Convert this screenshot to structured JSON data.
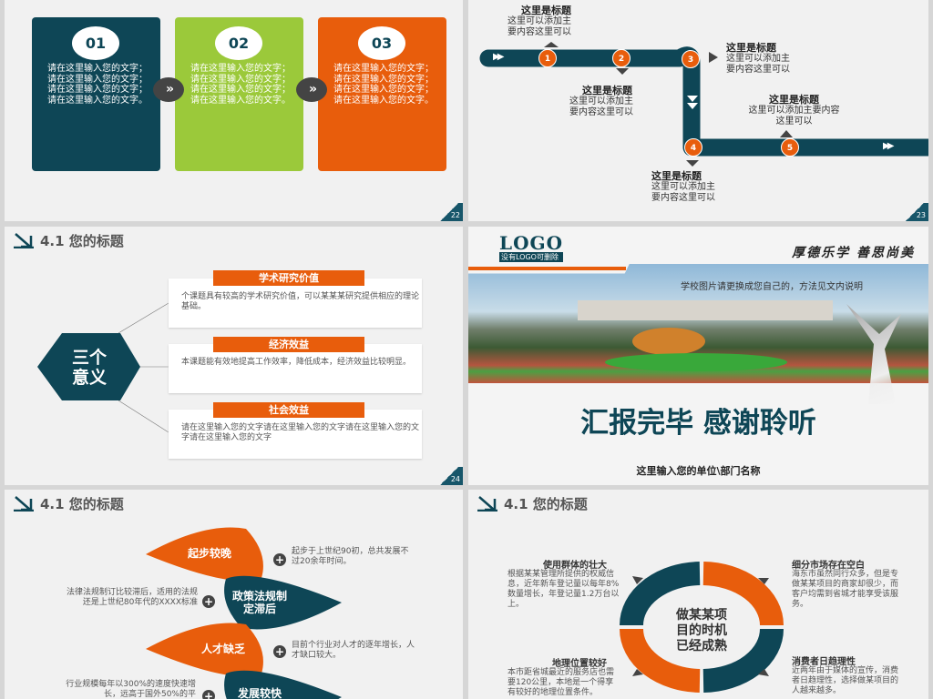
{
  "colors": {
    "teal": "#0e4656",
    "orange": "#e85d0c",
    "green": "#9bc93a",
    "background": "#f1f1f1"
  },
  "slide22": {
    "page": "22",
    "steps": [
      {
        "num": "01",
        "text": "请在这里输入您的文字；请在这里输入您的文字；请在这里输入您的文字；请在这里输入您的文字。"
      },
      {
        "num": "02",
        "text": "请在这里输入您的文字；请在这里输入您的文字；请在这里输入您的文字；请在这里输入您的文字。"
      },
      {
        "num": "03",
        "text": "请在这里输入您的文字；请在这里输入您的文字；请在这里输入您的文字；请在这里输入您的文字。"
      }
    ],
    "chevron": "»"
  },
  "slide23": {
    "page": "23",
    "arrow": "▶▶",
    "points": [
      {
        "num": "1",
        "title": "这里是标题",
        "body": "这里可以添加主要内容这里可以"
      },
      {
        "num": "2",
        "title": "这里是标题",
        "body": "这里可以添加主要内容这里可以"
      },
      {
        "num": "3",
        "title": "这里是标题",
        "body": "这里可以添加主要内容这里可以"
      },
      {
        "num": "4",
        "title": "这里是标题",
        "body": "这里可以添加主要内容这里可以"
      },
      {
        "num": "5",
        "title": "这里是标题",
        "body": "这里可以添加主要内容这里可以"
      }
    ]
  },
  "slide24": {
    "page": "24",
    "title": "4.1 您的标题",
    "center": "三个意义",
    "items": [
      {
        "tab": "学术研究价值",
        "text": "个课题具有较高的学术研究价值，可以某某某研究提供相应的理论基础。"
      },
      {
        "tab": "经济效益",
        "text": "本课题能有效地提高工作效率，降低成本，经济效益比较明显。"
      },
      {
        "tab": "社会效益",
        "text": "请在这里输入您的文字请在这里输入您的文字请在这里输入您的文字请在这里输入您的文字"
      }
    ]
  },
  "slide25": {
    "logo": "LOGO",
    "logo_sub": "没有LOGO可删除",
    "motto": "厚德乐学 善思尚美",
    "photo_caption": "学校图片请更换成您自己的，方法见文内说明",
    "main_title": "汇报完毕 感谢聆听",
    "subtitle": "这里输入您的单位\\部门名称"
  },
  "slide26": {
    "title": "4.1 您的标题",
    "items": [
      {
        "label": "起步较晚",
        "note": "起步于上世纪90初，总共发展不过20余年时间。"
      },
      {
        "label": "政策法规制定滞后",
        "note": "法律法规制订比较滞后，适用的法规还是上世纪80年代的XXXX标准"
      },
      {
        "label": "人才缺乏",
        "note": "目前个行业对人才的逐年增长，人才缺口较大。"
      },
      {
        "label": "发展较快",
        "note": "行业规模每年以300%的速度快速增长，远高于国外50%的平"
      }
    ]
  },
  "slide27": {
    "title": "4.1 您的标题",
    "center": "做某某项目的时机已经成熟",
    "quadrants": [
      {
        "title": "使用群体的壮大",
        "body": "根据某某管理所提供的权威信息，近年新车登记量以每年8%数量增长，年登记量1.2万台以上。"
      },
      {
        "title": "细分市场存在空白",
        "body": "海东市虽然同行众多，但是专做某某项目的商家却很少，而客户均需到省城才能享受该服务。"
      },
      {
        "title": "地理位置较好",
        "body": "本市距省城最近的服务店也需要120公里，本地是一个得享有较好的地理位置条件。"
      },
      {
        "title": "消费者日趋理性",
        "body": "近两年由于媒体的宣传，消费者日趋理性，选择做某项目的人越来越多。"
      }
    ]
  }
}
